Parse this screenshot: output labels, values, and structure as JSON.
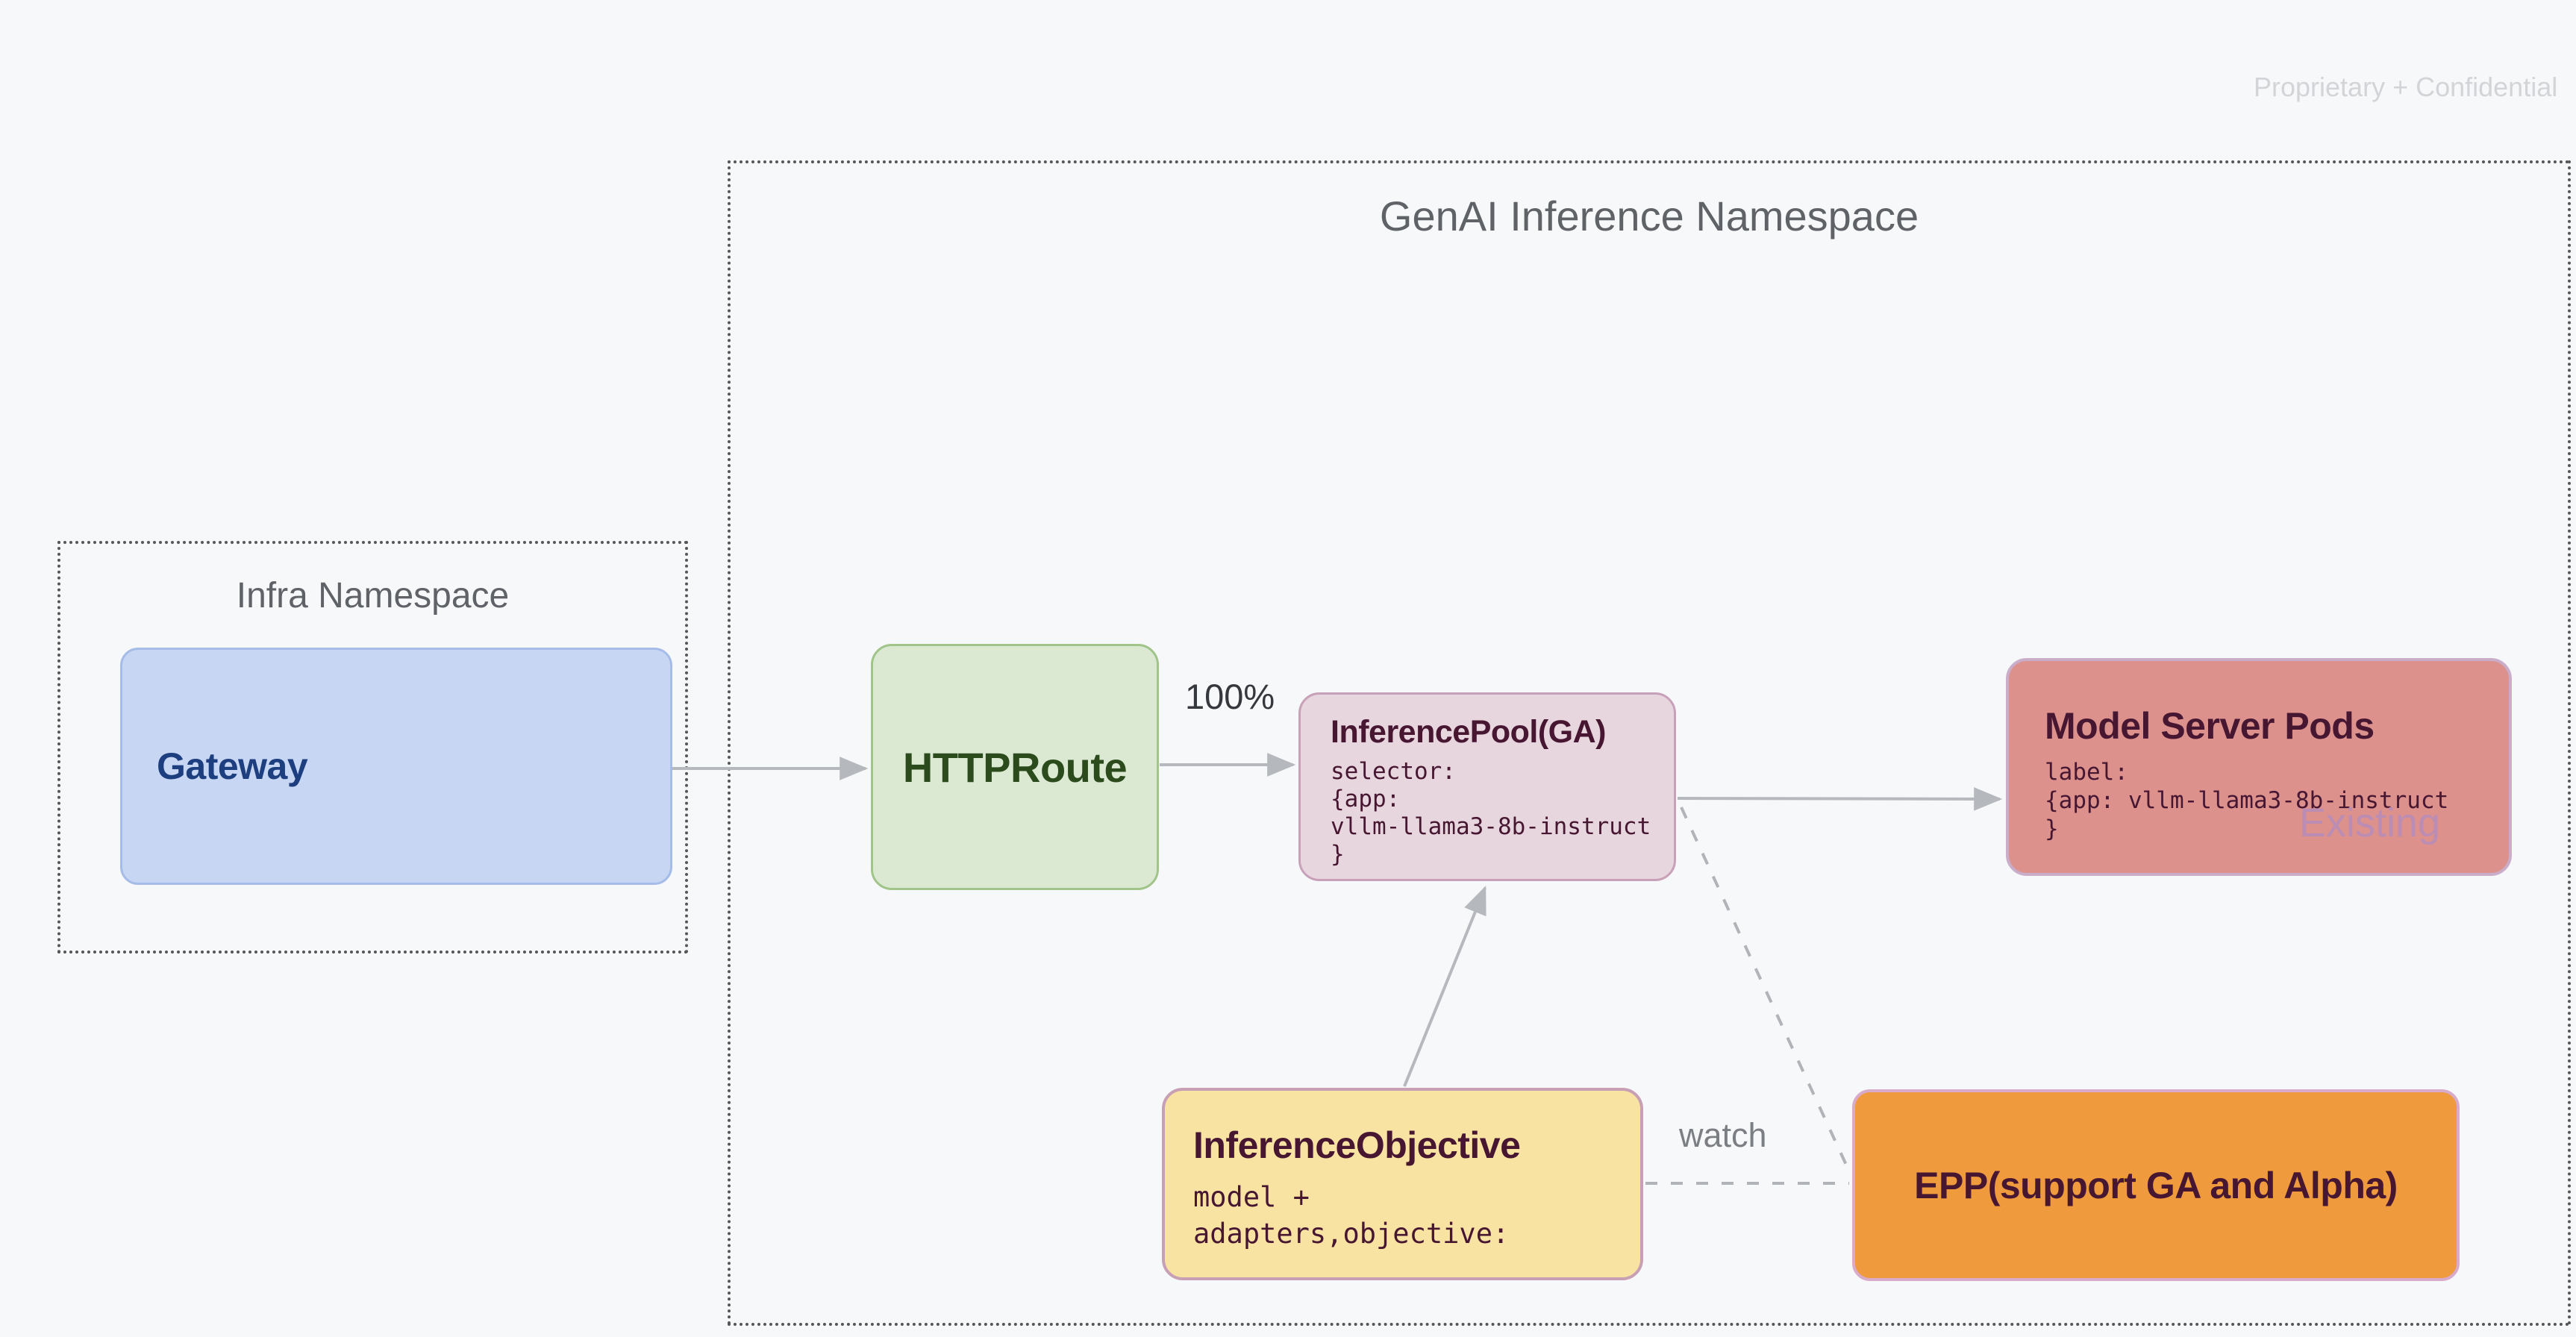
{
  "watermark": "Proprietary + Confidential",
  "namespaces": {
    "genai": {
      "title": "GenAI Inference Namespace"
    },
    "infra": {
      "title": "Infra Namespace"
    }
  },
  "nodes": {
    "gateway": {
      "title": "Gateway"
    },
    "httproute": {
      "title": "HTTPRoute"
    },
    "inference_pool": {
      "title": "InferencePool(GA)",
      "code": "selector:\n{app:\nvllm-llama3-8b-instruct\n}"
    },
    "model_server_pods": {
      "title": "Model Server Pods",
      "code": "label:\n{app: vllm-llama3-8b-instruct\n}",
      "status_tag": "Existing"
    },
    "inference_objective": {
      "title": "InferenceObjective",
      "code": "model +\nadapters,objective:"
    },
    "epp": {
      "title": "EPP(support GA and Alpha)"
    }
  },
  "edges": {
    "route_weight_label": "100%",
    "watch_label": "watch"
  },
  "colors": {
    "background": "#f7f8fa",
    "namespace_border": "#54565a",
    "namespace_title": "#5f6368",
    "gateway_fill": "#c7d7f3",
    "gateway_border": "#a6bce8",
    "gateway_text": "#1e3f7f",
    "httproute_fill": "#dbe9d2",
    "httproute_border": "#a0c48a",
    "httproute_text": "#2c4b1d",
    "inference_pool_fill": "#e8d6df",
    "inference_pool_border": "#c7a1b8",
    "model_server_pods_fill": "#dc918d",
    "model_server_pods_border": "#c9adc9",
    "inference_objective_fill": "#f9e3a3",
    "inference_objective_border": "#c7a0b5",
    "epp_fill": "#ef9a3c",
    "epp_border": "#d9abca",
    "node_dark_text": "#471732",
    "connector": "#b5b8bc",
    "existing_tag_text": "#bb8db4",
    "watermark_text": "#d2d4d8",
    "route_weight_text": "#35383c",
    "watch_text": "#7b7f84"
  }
}
